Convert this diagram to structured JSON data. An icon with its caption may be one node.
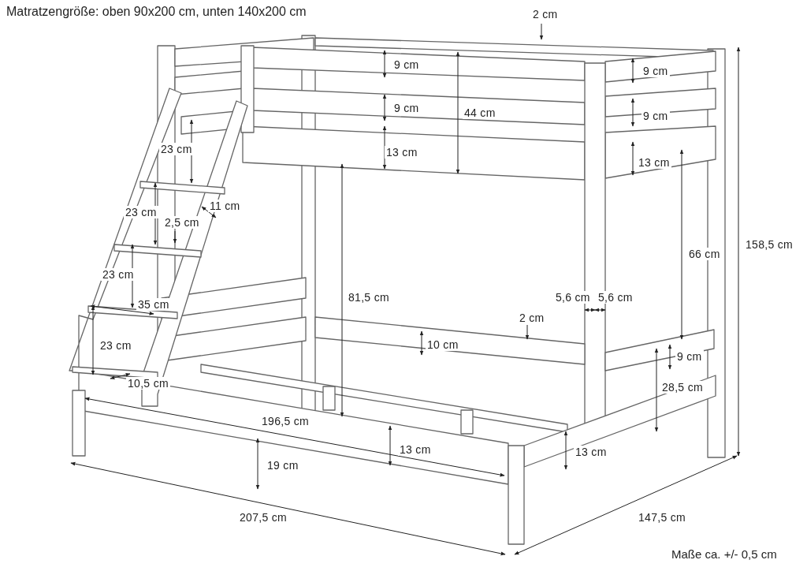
{
  "diagram": {
    "title": "Matratzengröße: oben 90x200 cm, unten 140x200 cm",
    "caption": "Maße ca. +/- 0,5 cm",
    "labels": [
      "2 cm",
      "9 cm",
      "9 cm",
      "9 cm",
      "44 cm",
      "9 cm",
      "23 cm",
      "13 cm",
      "13 cm",
      "11 cm",
      "23 cm",
      "2,5 cm",
      "158,5 cm",
      "66 cm",
      "23 cm",
      "81,5 cm",
      "5,6 cm",
      "5,6 cm",
      "35 cm",
      "2 cm",
      "23 cm",
      "10 cm",
      "9 cm",
      "10,5 cm",
      "28,5 cm",
      "196,5 cm",
      "13 cm",
      "13 cm",
      "19 cm",
      "207,5 cm",
      "147,5 cm"
    ]
  }
}
